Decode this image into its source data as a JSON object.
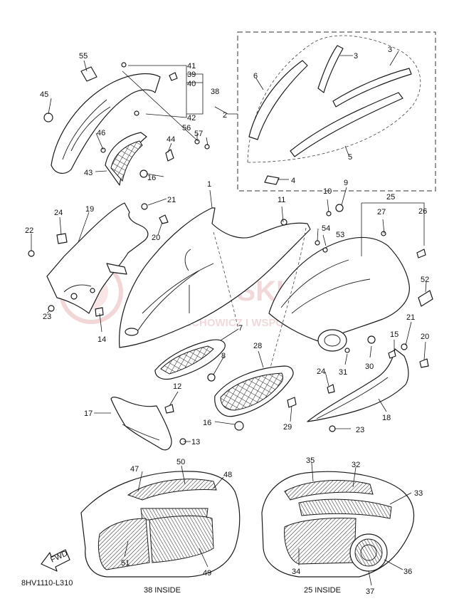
{
  "diagram": {
    "code": "8HV1110-L310",
    "fwd_label": "FWD",
    "inside_left": "38 INSIDE",
    "inside_right": "25 INSIDE",
    "watermark_main": "YAMA-SKLEP.PL",
    "watermark_sub": "WOJCIECHOWICZ I WSPÓŁPRACA",
    "callouts": [
      "1",
      "2",
      "3",
      "3",
      "4",
      "5",
      "6",
      "7",
      "8",
      "9",
      "10",
      "11",
      "12",
      "13",
      "14",
      "15",
      "16",
      "16",
      "17",
      "18",
      "19",
      "20",
      "20",
      "21",
      "21",
      "22",
      "23",
      "23",
      "24",
      "24",
      "25",
      "26",
      "27",
      "28",
      "29",
      "30",
      "31",
      "32",
      "33",
      "34",
      "35",
      "36",
      "37",
      "38",
      "39",
      "40",
      "41",
      "42",
      "43",
      "44",
      "45",
      "46",
      "47",
      "48",
      "49",
      "50",
      "51",
      "52",
      "53",
      "54",
      "55",
      "56",
      "57"
    ]
  }
}
